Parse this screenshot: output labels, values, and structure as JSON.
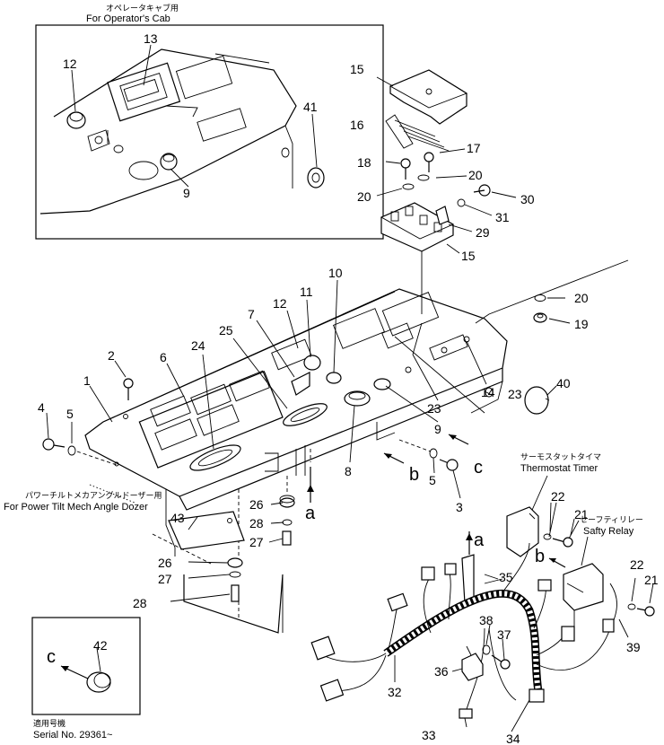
{
  "captions": {
    "cab_jp": "オペレータキャブ用",
    "cab_en": "For Operator's Cab",
    "tilt_jp": "パワーチルトメカアングルドーザー用",
    "tilt_en": "For Power Tilt Mech Angle Dozer",
    "thermo_jp": "サーモスタットタイマ",
    "thermo_en": "Thermostat Timer",
    "relay_jp": "セーフティリレー",
    "relay_en": "Safty Relay",
    "serial_jp": "適用号機",
    "serial_en": "Serial No. 29361~"
  },
  "letters": {
    "a": "a",
    "b": "b",
    "c": "c"
  },
  "part_numbers": {
    "n1": "1",
    "n2": "2",
    "n3": "3",
    "n4": "4",
    "n5": "5",
    "n6": "6",
    "n7": "7",
    "n8": "8",
    "n9": "9",
    "n10": "10",
    "n11": "11",
    "n12": "12",
    "n13": "13",
    "n14": "14",
    "n15": "15",
    "n16": "16",
    "n17": "17",
    "n18": "18",
    "n19": "19",
    "n20": "20",
    "n21": "21",
    "n22": "22",
    "n23": "23",
    "n24": "24",
    "n25": "25",
    "n26": "26",
    "n27": "27",
    "n28": "28",
    "n29": "29",
    "n30": "30",
    "n31": "31",
    "n32": "32",
    "n33": "33",
    "n34": "34",
    "n35": "35",
    "n36": "36",
    "n37": "37",
    "n38": "38",
    "n39": "39",
    "n40": "40",
    "n41": "41",
    "n42": "42",
    "n43": "43"
  }
}
